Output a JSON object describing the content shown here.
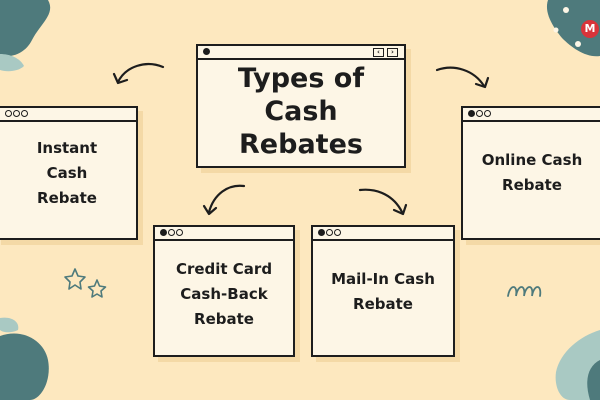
{
  "title": {
    "line1": "Types of",
    "line2": "Cash",
    "line3": "Rebates"
  },
  "cards": {
    "instant": {
      "line1": "Instant",
      "line2": "Cash",
      "line3": "Rebate"
    },
    "credit": {
      "line1": "Credit Card",
      "line2": "Cash-Back",
      "line3": "Rebate"
    },
    "mailin": {
      "line1": "Mail-In Cash",
      "line2": "Rebate"
    },
    "online": {
      "line1": "Online Cash",
      "line2": "Rebate"
    }
  },
  "logo": {
    "letter": "M"
  },
  "colors": {
    "background": "#fde8bf",
    "card": "#fdf6e6",
    "outline": "#1d1d1d",
    "blob": "#4e7a7c",
    "blob_light": "#a9c9c3",
    "logo": "#d9343a"
  },
  "icons": {
    "arrows": "curved-arrow-icon",
    "doodles": [
      "star-doodle-icon",
      "squiggle-doodle-icon"
    ]
  }
}
